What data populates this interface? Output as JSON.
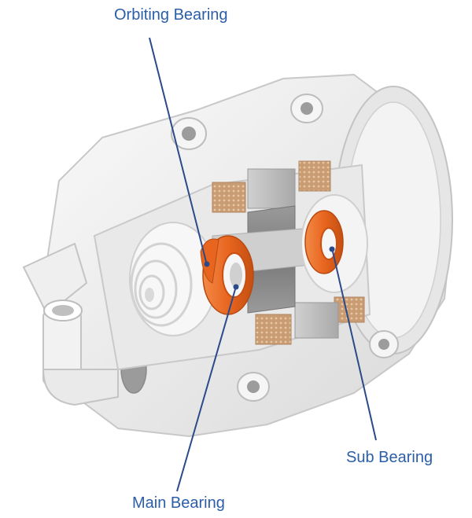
{
  "labels": {
    "orbiting_bearing": "Orbiting Bearing",
    "main_bearing": "Main Bearing",
    "sub_bearing": "Sub Bearing"
  },
  "colors": {
    "label_text": "#2b5ea7",
    "leader_line": "#2b4a8a",
    "bearing": "#e8651f",
    "housing": "#eeeeee",
    "winding": "#c9a07a"
  }
}
